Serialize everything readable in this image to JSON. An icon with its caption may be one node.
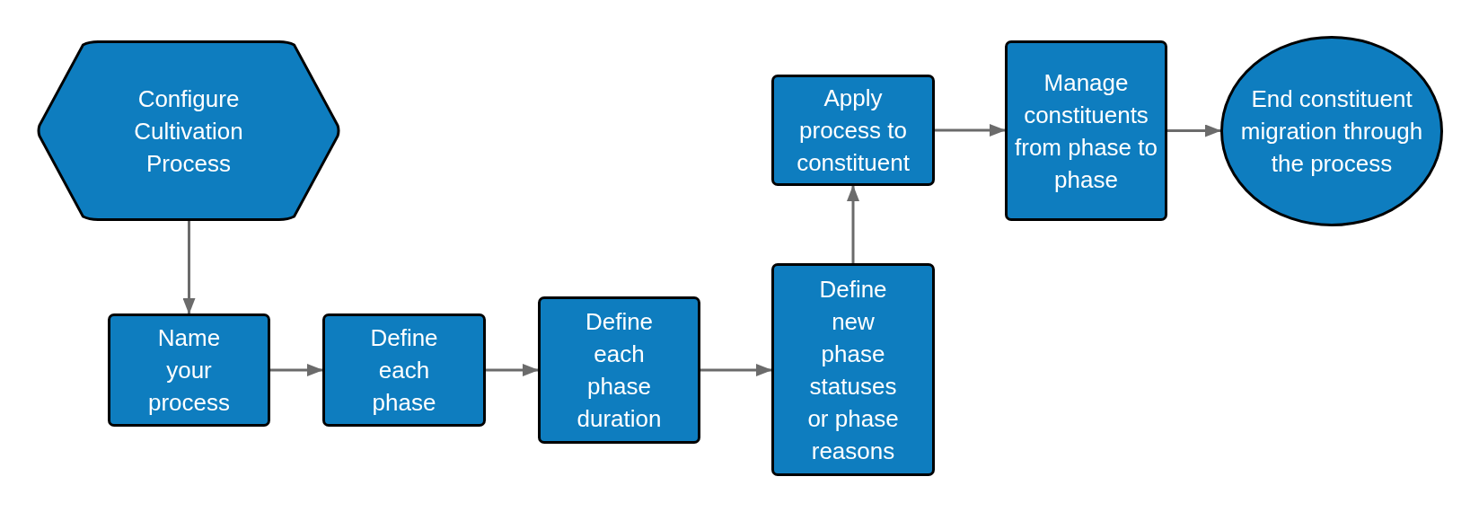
{
  "diagram": {
    "nodes": [
      {
        "text": [
          "Configure Cultivation Process"
        ]
      },
      {
        "text": [
          "Name your process"
        ]
      },
      {
        "text": [
          "Define each phase"
        ]
      },
      {
        "text": [
          "Define each phase duration"
        ]
      },
      {
        "text": [
          "Define new phase statuses or phase reasons"
        ]
      },
      {
        "text": [
          "Apply process to constituent"
        ]
      },
      {
        "text": [
          "Manage constituents from phase to phase"
        ]
      },
      {
        "text": [
          "End constituent migration through the process"
        ]
      }
    ],
    "edges": [
      {
        "from": 0,
        "to": 1,
        "arrow": "to"
      },
      {
        "from": 1,
        "to": 2,
        "arrow": "to"
      },
      {
        "from": 2,
        "to": 3,
        "arrow": "to"
      },
      {
        "from": 3,
        "to": 4,
        "arrow": "to"
      },
      {
        "from": 4,
        "to": 5,
        "arrow": "to"
      },
      {
        "from": 5,
        "to": 6,
        "arrow": "to"
      },
      {
        "from": 6,
        "to": 7,
        "arrow": "to"
      }
    ]
  }
}
